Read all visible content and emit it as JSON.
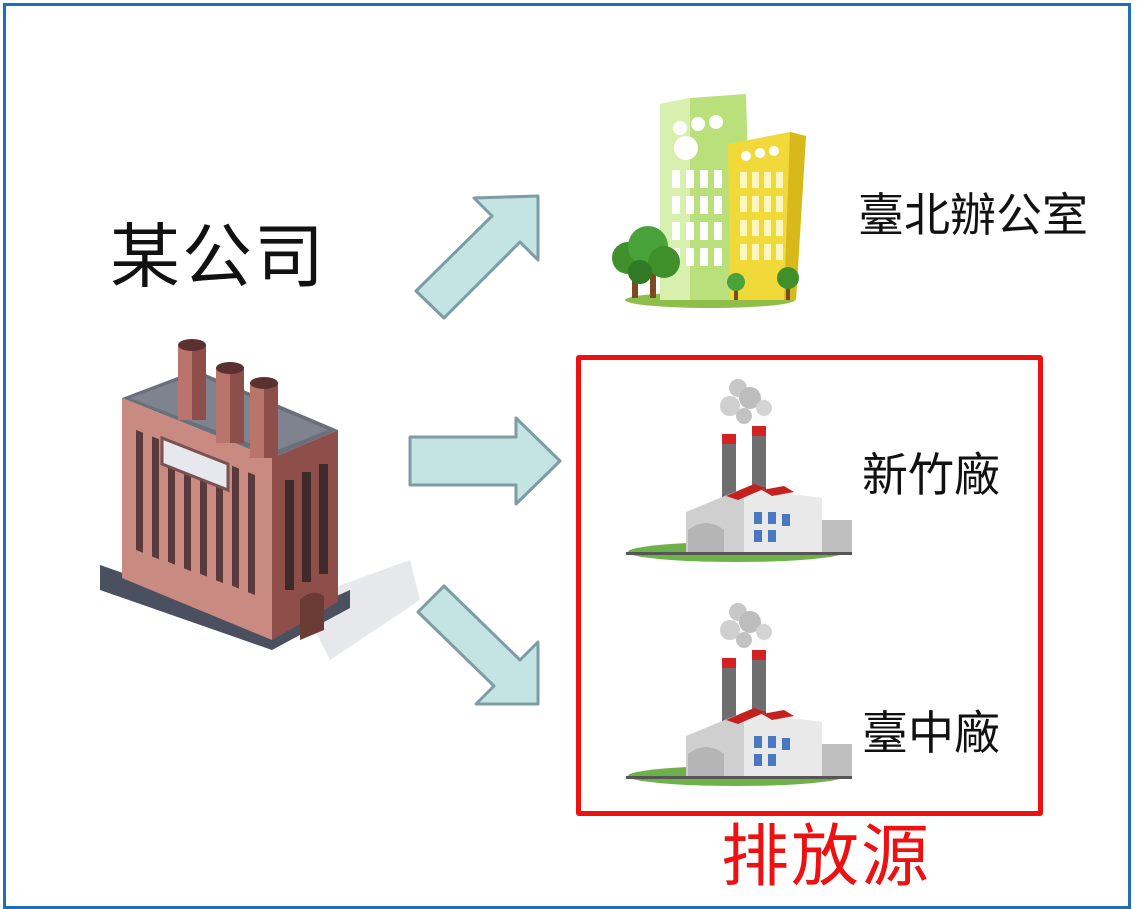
{
  "company": {
    "label": "某公司"
  },
  "sites": {
    "office": "臺北辦公室",
    "hsinchu": "新竹廠",
    "taichung": "臺中廠"
  },
  "emission_source": {
    "label": "排放源",
    "color": "#ee1111"
  },
  "frame_color": "#1f6fb7",
  "arrow_color": "#c4e3e3",
  "icons": {
    "company": "factory-building-icon",
    "office": "office-building-icon",
    "plant": "industrial-plant-icon"
  }
}
